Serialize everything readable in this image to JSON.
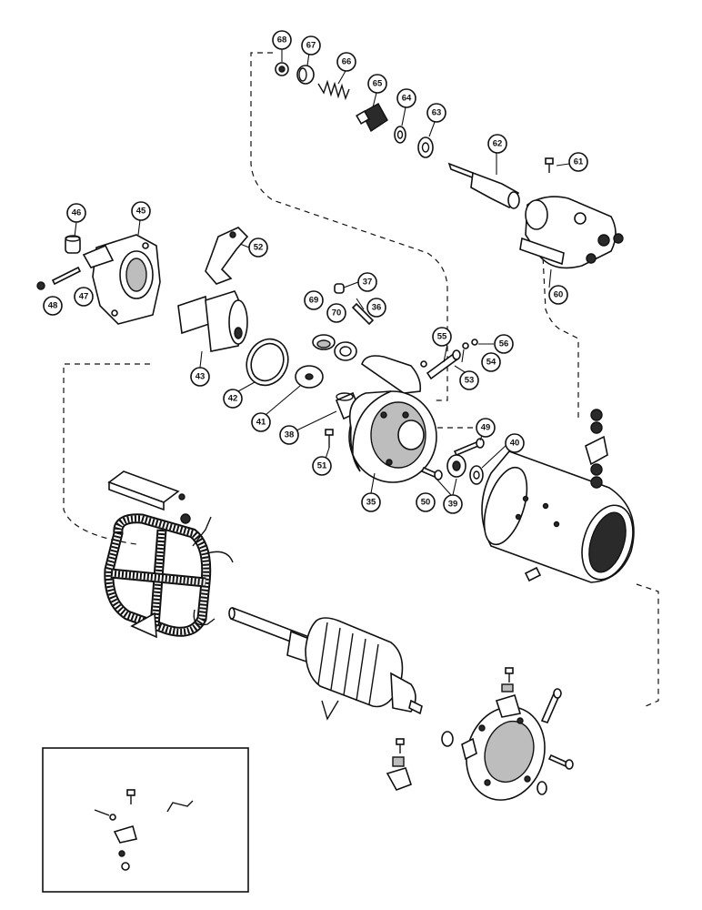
{
  "callouts": [
    {
      "label": "68"
    },
    {
      "label": "67"
    },
    {
      "label": "66"
    },
    {
      "label": "65"
    },
    {
      "label": "64"
    },
    {
      "label": "63"
    },
    {
      "label": "62"
    },
    {
      "label": "61"
    },
    {
      "label": "46"
    },
    {
      "label": "45"
    },
    {
      "label": "52"
    },
    {
      "label": "37"
    },
    {
      "label": "48"
    },
    {
      "label": "47"
    },
    {
      "label": "69"
    },
    {
      "label": "70"
    },
    {
      "label": "36"
    },
    {
      "label": "60"
    },
    {
      "label": "43"
    },
    {
      "label": "55"
    },
    {
      "label": "56"
    },
    {
      "label": "54"
    },
    {
      "label": "53"
    },
    {
      "label": "42"
    },
    {
      "label": "41"
    },
    {
      "label": "38"
    },
    {
      "label": "49"
    },
    {
      "label": "40"
    },
    {
      "label": "51"
    },
    {
      "label": "50"
    },
    {
      "label": "39"
    },
    {
      "label": "35"
    }
  ]
}
